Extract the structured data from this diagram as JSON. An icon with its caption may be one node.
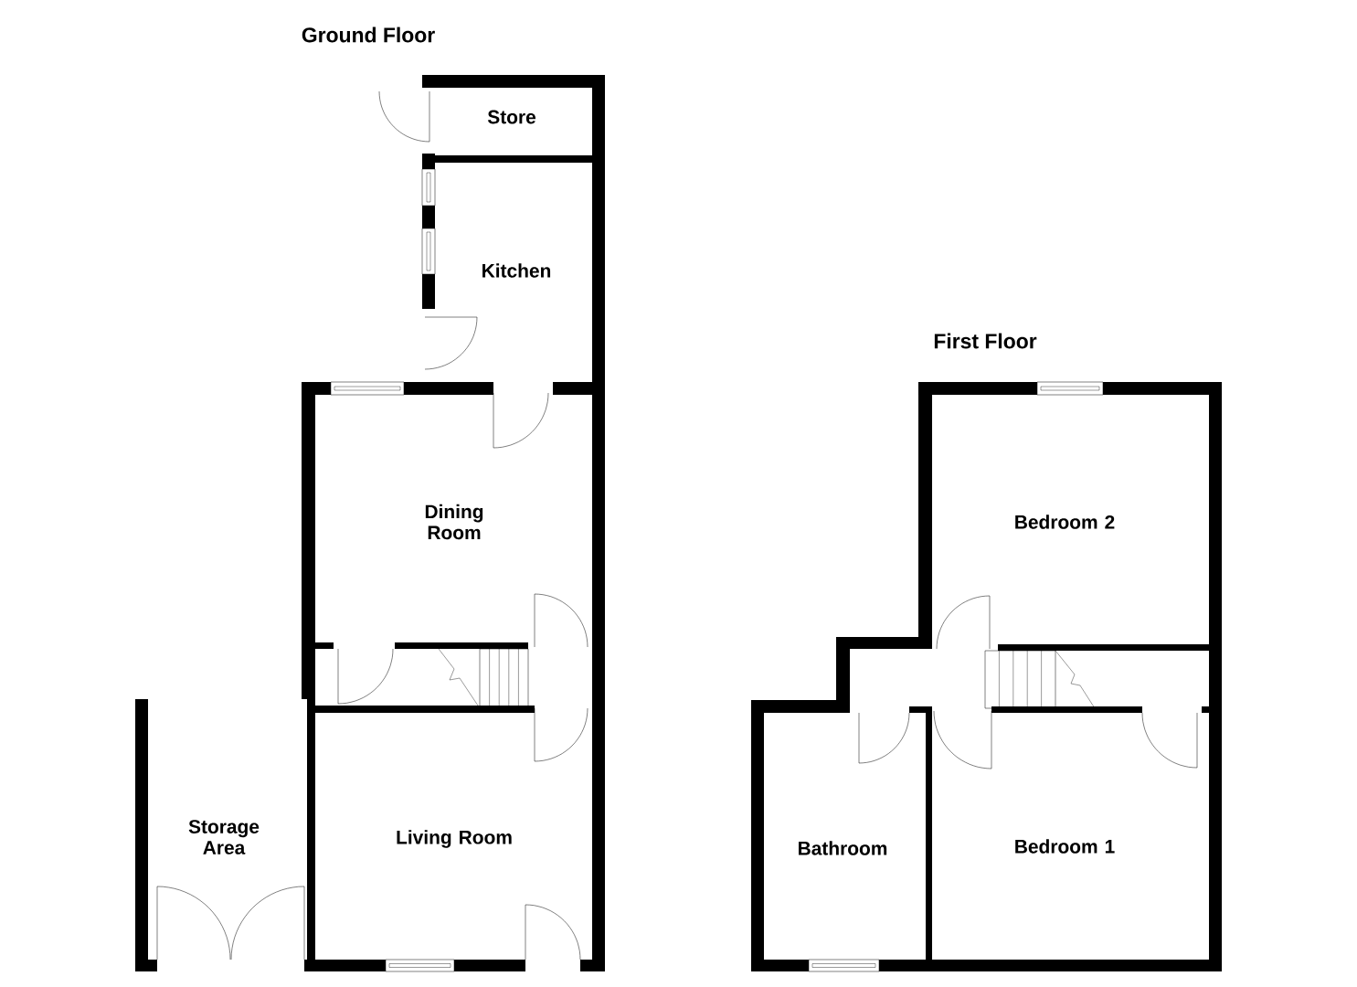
{
  "diagram": {
    "nodes": [
      {
        "text": [
          "Store"
        ]
      },
      {
        "text": [
          "Kitchen"
        ]
      },
      {
        "text": [
          "Dining Room"
        ]
      },
      {
        "text": [
          "Storage Area"
        ]
      },
      {
        "text": [
          "Living Room"
        ]
      },
      {
        "text": [
          "Bedroom 2"
        ]
      },
      {
        "text": [
          "Bathroom"
        ]
      },
      {
        "text": [
          "Bedroom 1"
        ]
      }
    ],
    "labels": [
      "Ground Floor",
      "First Floor"
    ]
  }
}
